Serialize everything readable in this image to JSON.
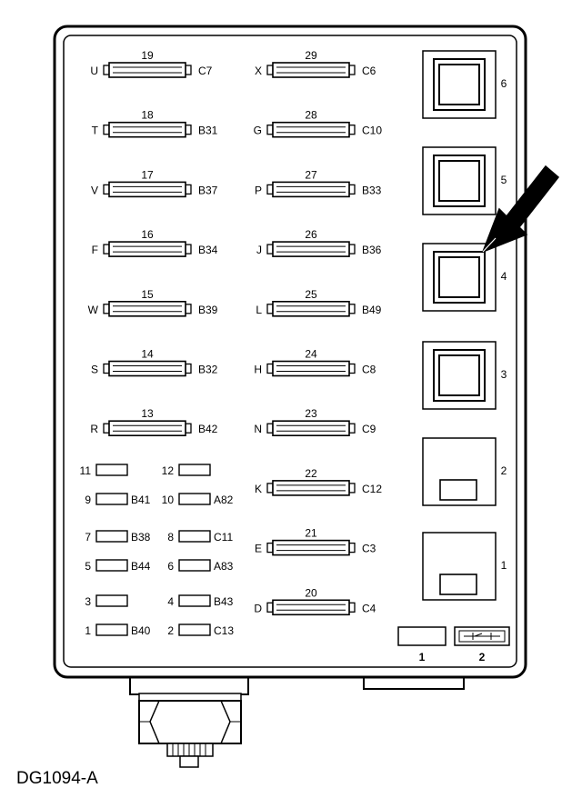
{
  "caption": "DG1094-A",
  "fuses_left": [
    {
      "num": "19",
      "left": "U",
      "right": "C7"
    },
    {
      "num": "18",
      "left": "T",
      "right": "B31"
    },
    {
      "num": "17",
      "left": "V",
      "right": "B37"
    },
    {
      "num": "16",
      "left": "F",
      "right": "B34"
    },
    {
      "num": "15",
      "left": "W",
      "right": "B39"
    },
    {
      "num": "14",
      "left": "S",
      "right": "B32"
    },
    {
      "num": "13",
      "left": "R",
      "right": "B42"
    }
  ],
  "fuses_mid": [
    {
      "num": "29",
      "left": "X",
      "right": "C6"
    },
    {
      "num": "28",
      "left": "G",
      "right": "C10"
    },
    {
      "num": "27",
      "left": "P",
      "right": "B33"
    },
    {
      "num": "26",
      "left": "J",
      "right": "B36"
    },
    {
      "num": "25",
      "left": "L",
      "right": "B49"
    },
    {
      "num": "24",
      "left": "H",
      "right": "C8"
    },
    {
      "num": "23",
      "left": "N",
      "right": "C9"
    },
    {
      "num": "22",
      "left": "K",
      "right": "C12"
    },
    {
      "num": "21",
      "left": "E",
      "right": "C3"
    },
    {
      "num": "20",
      "left": "D",
      "right": "C4"
    }
  ],
  "mini_fuses_a": [
    {
      "num": "11",
      "right": ""
    },
    {
      "num": "9",
      "right": "B41"
    },
    {
      "num": "7",
      "right": "B38"
    },
    {
      "num": "5",
      "right": "B44"
    },
    {
      "num": "3",
      "right": ""
    },
    {
      "num": "1",
      "right": "B40"
    }
  ],
  "mini_fuses_b": [
    {
      "num": "12",
      "right": ""
    },
    {
      "num": "10",
      "right": "A82"
    },
    {
      "num": "8",
      "right": "C11"
    },
    {
      "num": "6",
      "right": "A83"
    },
    {
      "num": "4",
      "right": "B43"
    },
    {
      "num": "2",
      "right": "C13"
    }
  ],
  "relays": [
    {
      "label": "6",
      "type": "square"
    },
    {
      "label": "5",
      "type": "square"
    },
    {
      "label": "4",
      "type": "square"
    },
    {
      "label": "3",
      "type": "square"
    },
    {
      "label": "2",
      "type": "small"
    },
    {
      "label": "1",
      "type": "small"
    }
  ],
  "bottom_slots": [
    {
      "label": "1"
    },
    {
      "label": "2"
    }
  ]
}
